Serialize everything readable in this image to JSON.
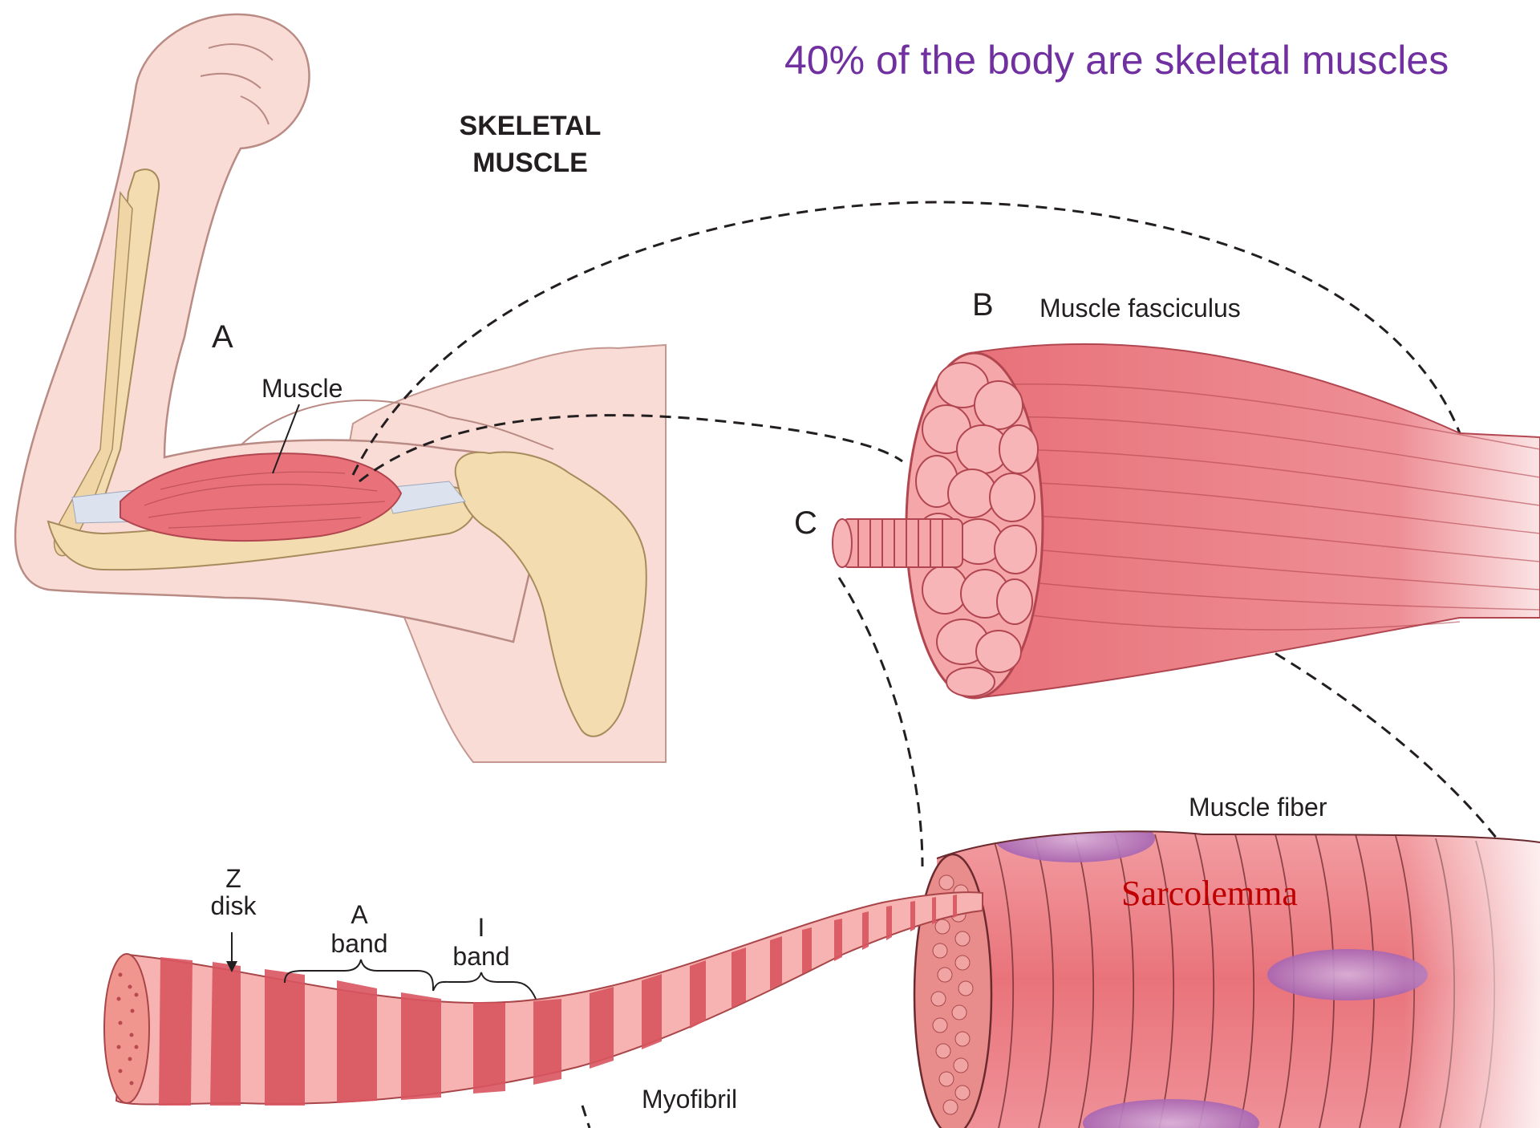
{
  "header_note": "40% of the body are skeletal muscles",
  "title_line1": "SKELETAL",
  "title_line2": "MUSCLE",
  "labels": {
    "A": "A",
    "muscle": "Muscle",
    "B": "B",
    "fasciculus": "Muscle fasciculus",
    "C": "C",
    "fiber": "Muscle fiber",
    "sarcolemma": "Sarcolemma",
    "z_disk_1": "Z",
    "z_disk_2": "disk",
    "a_band_1": "A",
    "a_band_2": "band",
    "i_band_1": "I",
    "i_band_2": "band",
    "myofibril": "Myofibril"
  },
  "colors": {
    "skin": "#f9dcd6",
    "skin_outline": "#b98b84",
    "bone": "#f2dcb0",
    "bone_outline": "#a88b5c",
    "muscle": "#e8717a",
    "muscle_light": "#f4a6a8",
    "muscle_dark": "#c94b55",
    "tendon": "#dde3ee",
    "nucleus": "#b77cc0",
    "header_text": "#7030a0",
    "sarcolemma_text": "#c00000"
  }
}
